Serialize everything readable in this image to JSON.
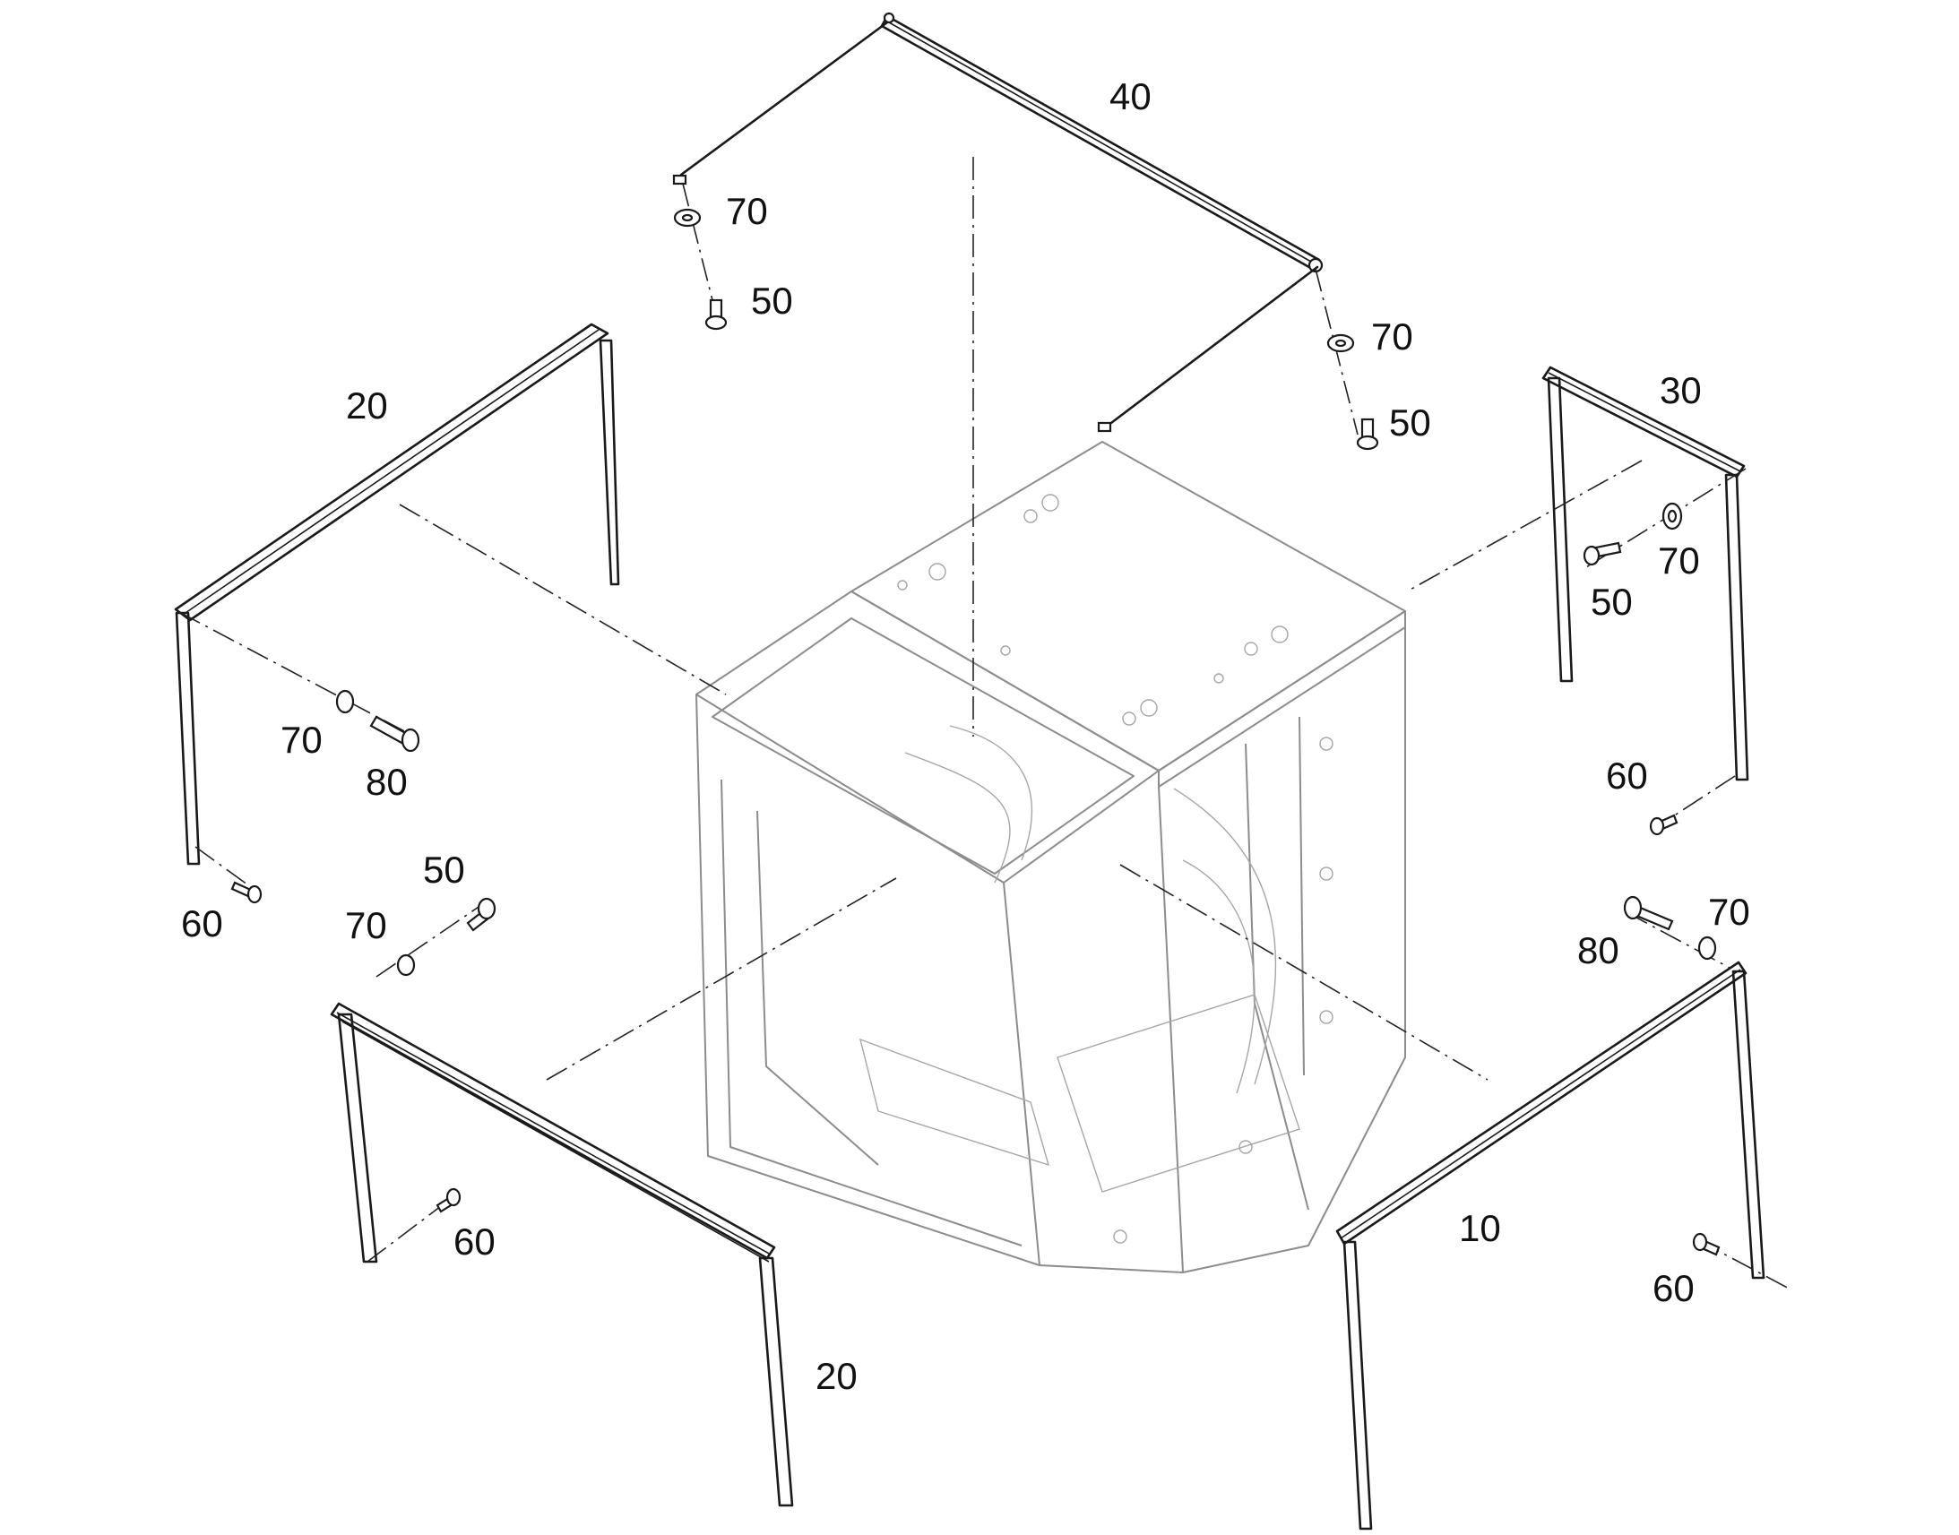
{
  "diagram": {
    "callouts": [
      {
        "id": "c40",
        "text": "40"
      },
      {
        "id": "c70a",
        "text": "70"
      },
      {
        "id": "c50a",
        "text": "50"
      },
      {
        "id": "c70b",
        "text": "70"
      },
      {
        "id": "c50b",
        "text": "50"
      },
      {
        "id": "c20a",
        "text": "20"
      },
      {
        "id": "c30",
        "text": "30"
      },
      {
        "id": "c70c",
        "text": "70"
      },
      {
        "id": "c50c",
        "text": "50"
      },
      {
        "id": "c70d",
        "text": "70"
      },
      {
        "id": "c80a",
        "text": "80"
      },
      {
        "id": "c60a",
        "text": "60"
      },
      {
        "id": "c60b",
        "text": "60"
      },
      {
        "id": "c50d",
        "text": "50"
      },
      {
        "id": "c70e",
        "text": "70"
      },
      {
        "id": "c70f",
        "text": "70"
      },
      {
        "id": "c80b",
        "text": "80"
      },
      {
        "id": "c60c",
        "text": "60"
      },
      {
        "id": "c10",
        "text": "10"
      },
      {
        "id": "c60d",
        "text": "60"
      },
      {
        "id": "c20b",
        "text": "20"
      }
    ]
  }
}
